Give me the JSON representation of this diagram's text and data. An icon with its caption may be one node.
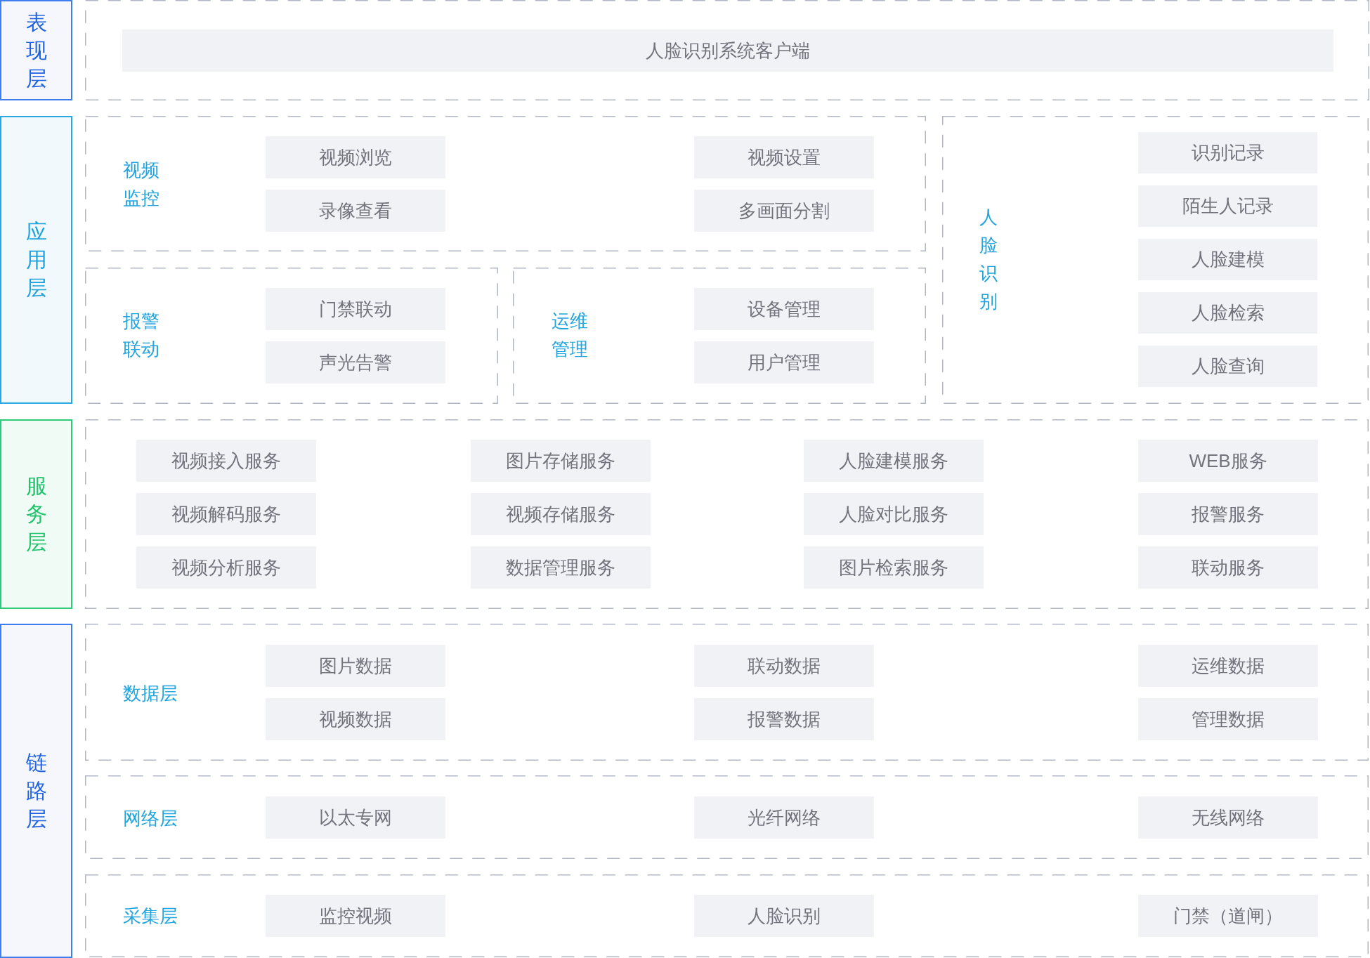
{
  "diagram": {
    "nodes": [
      {
        "text": [
          "表现层"
        ]
      },
      {
        "text": [],
        "shape": "box"
      },
      {
        "text": [
          "人脸识别系统客户端"
        ],
        "in": 1
      },
      {
        "text": [
          "应用层"
        ]
      },
      {
        "text": [
          "视频监控"
        ]
      },
      {
        "text": [
          "视频浏览"
        ],
        "in": 4
      },
      {
        "text": [
          "视频设置"
        ],
        "in": 4
      },
      {
        "text": [
          "录像查看"
        ],
        "in": 4
      },
      {
        "text": [
          "多画面分割"
        ],
        "in": 4
      },
      {
        "text": [
          "人脸识别"
        ]
      },
      {
        "text": [
          "识别记录"
        ],
        "in": 9
      },
      {
        "text": [
          "陌生人记录"
        ],
        "in": 9
      },
      {
        "text": [
          "人脸建模"
        ],
        "in": 9
      },
      {
        "text": [
          "人脸检索"
        ],
        "in": 9
      },
      {
        "text": [
          "人脸查询"
        ],
        "in": 9
      },
      {
        "text": [
          "报警联动"
        ]
      },
      {
        "text": [
          "门禁联动"
        ],
        "in": 15
      },
      {
        "text": [
          "声光告警"
        ],
        "in": 15
      },
      {
        "text": [
          "运维管理"
        ]
      },
      {
        "text": [
          "设备管理"
        ],
        "in": 18
      },
      {
        "text": [
          "用户管理"
        ],
        "in": 18
      },
      {
        "text": [
          "服务层"
        ]
      },
      {
        "text": [],
        "shape": "box"
      },
      {
        "text": [
          "视频接入服务"
        ],
        "in": 22
      },
      {
        "text": [
          "图片存储服务"
        ],
        "in": 22
      },
      {
        "text": [
          "人脸建模服务"
        ],
        "in": 22
      },
      {
        "text": [
          "WEB服务"
        ],
        "in": 22
      },
      {
        "text": [
          "视频解码服务"
        ],
        "in": 22
      },
      {
        "text": [
          "视频存储服务"
        ],
        "in": 22
      },
      {
        "text": [
          "人脸对比服务"
        ],
        "in": 22
      },
      {
        "text": [
          "报警服务"
        ],
        "in": 22
      },
      {
        "text": [
          "视频分析服务"
        ],
        "in": 22
      },
      {
        "text": [
          "数据管理服务"
        ],
        "in": 22
      },
      {
        "text": [
          "图片检索服务"
        ],
        "in": 22
      },
      {
        "text": [
          "联动服务"
        ],
        "in": 22
      },
      {
        "text": [
          "链路层"
        ]
      },
      {
        "text": [
          "数据层"
        ]
      },
      {
        "text": [
          "图片数据"
        ],
        "in": 36
      },
      {
        "text": [
          "联动数据"
        ],
        "in": 36
      },
      {
        "text": [
          "运维数据"
        ],
        "in": 36
      },
      {
        "text": [
          "视频数据"
        ],
        "in": 36
      },
      {
        "text": [
          "报警数据"
        ],
        "in": 36
      },
      {
        "text": [
          "管理数据"
        ],
        "in": 36
      },
      {
        "text": [
          "网络层"
        ]
      },
      {
        "text": [
          "以太专网"
        ],
        "in": 43
      },
      {
        "text": [
          "光纤网络"
        ],
        "in": 43
      },
      {
        "text": [
          "无线网络"
        ],
        "in": 43
      },
      {
        "text": [
          "采集层"
        ]
      },
      {
        "text": [
          "监控视频"
        ],
        "in": 47
      },
      {
        "text": [
          "人脸识别"
        ],
        "in": 47
      },
      {
        "text": [
          "门禁（道闸）"
        ],
        "in": 47
      }
    ]
  }
}
